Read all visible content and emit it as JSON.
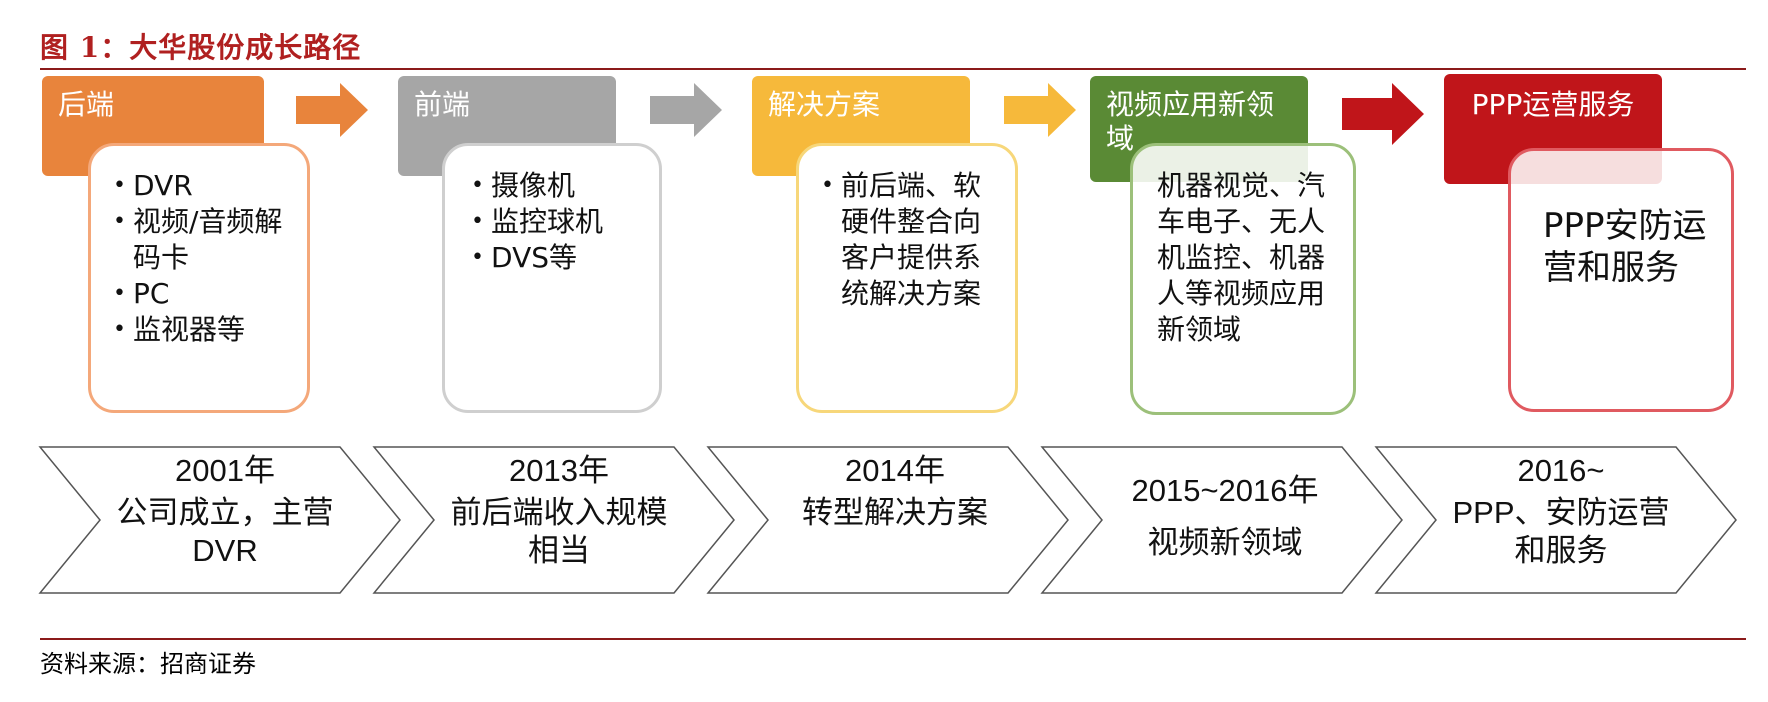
{
  "figure": {
    "title": "图 1：大华股份成长路径",
    "source": "资料来源：招商证券"
  },
  "colors": {
    "title": "#b02020",
    "rule": "#8b1a1a",
    "stage1": "#e8843c",
    "stage2": "#a6a6a6",
    "stage3": "#f6b93b",
    "stage4": "#5a8a35",
    "stage5": "#c0151a"
  },
  "stages": [
    {
      "header": "后端",
      "items": [
        "DVR",
        "视频/音频解码卡",
        "PC",
        "监视器等"
      ]
    },
    {
      "header": "前端",
      "items": [
        "摄像机",
        "监控球机",
        "DVS等"
      ]
    },
    {
      "header": "解决方案",
      "items": [
        "前后端、软硬件整合向客户提供系统解决方案"
      ]
    },
    {
      "header": "视频应用新领域",
      "text": "机器视觉、汽车电子、无人机监控、机器人等视频应用新领域"
    },
    {
      "header": "PPP运营服务",
      "text": "PPP安防运营和服务"
    }
  ],
  "timeline": [
    {
      "year": "2001年",
      "desc": "公司成立，主营DVR"
    },
    {
      "year": "2013年",
      "desc": "前后端收入规模相当"
    },
    {
      "year": "2014年",
      "desc": "转型解决方案"
    },
    {
      "year": "2015~2016年",
      "desc": "视频新领域"
    },
    {
      "year": "2016~",
      "desc": "PPP、安防运营和服务"
    }
  ]
}
